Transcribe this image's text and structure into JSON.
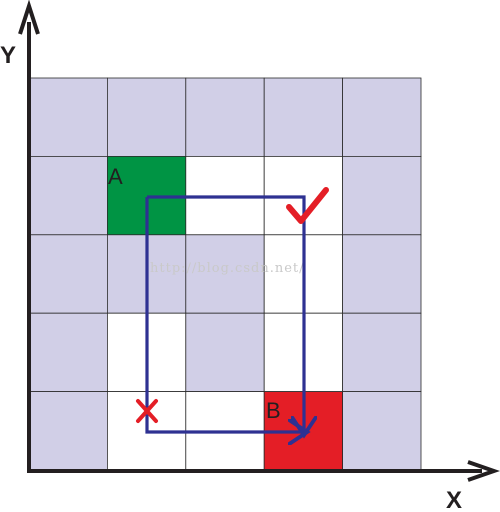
{
  "axes": {
    "x_label": "X",
    "y_label": "Y"
  },
  "grid": {
    "rows": 5,
    "cols": 5,
    "blocked_color": "#d1cfe7",
    "open_color": "#ffffff",
    "line_color": "#2b2b2b",
    "cells": [
      [
        "blocked",
        "blocked",
        "blocked",
        "blocked",
        "blocked"
      ],
      [
        "blocked",
        "start",
        "open",
        "open",
        "blocked"
      ],
      [
        "blocked",
        "blocked",
        "blocked",
        "open",
        "blocked"
      ],
      [
        "blocked",
        "open",
        "blocked",
        "open",
        "blocked"
      ],
      [
        "blocked",
        "open",
        "open",
        "end",
        "blocked"
      ]
    ]
  },
  "start": {
    "label": "A",
    "color": "#009444"
  },
  "end": {
    "label": "B",
    "color": "#e41e26"
  },
  "paths": {
    "color": "#2e3192",
    "valid_marker": "check-mark",
    "invalid_marker": "cross-mark",
    "marker_color": "#e41e26"
  },
  "watermark": "http://blog.csdn.net/"
}
